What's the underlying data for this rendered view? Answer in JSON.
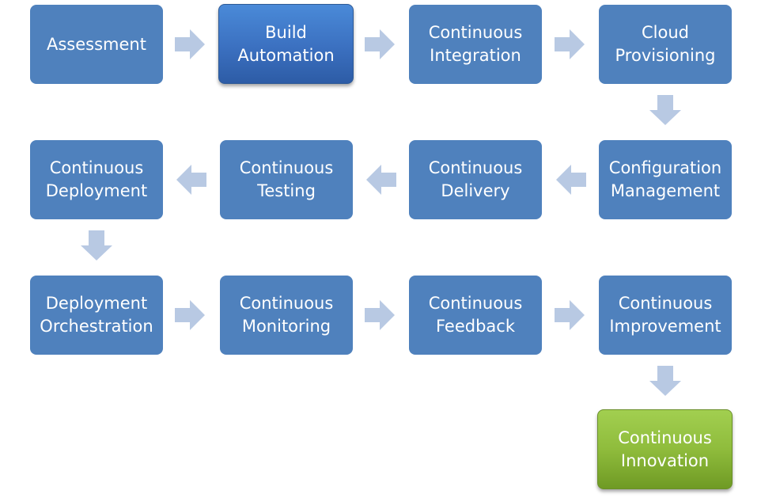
{
  "steps": [
    {
      "lines": [
        "Assessment"
      ]
    },
    {
      "lines": [
        "Build",
        "Automation"
      ]
    },
    {
      "lines": [
        "Continuous",
        "Integration"
      ]
    },
    {
      "lines": [
        "Cloud",
        "Provisioning"
      ]
    },
    {
      "lines": [
        "Configuration",
        "Management"
      ]
    },
    {
      "lines": [
        "Continuous",
        "Delivery"
      ]
    },
    {
      "lines": [
        "Continuous",
        "Testing"
      ]
    },
    {
      "lines": [
        "Continuous",
        "Deployment"
      ]
    },
    {
      "lines": [
        "Deployment",
        "Orchestration"
      ]
    },
    {
      "lines": [
        "Continuous",
        "Monitoring"
      ]
    },
    {
      "lines": [
        "Continuous",
        "Feedback"
      ]
    },
    {
      "lines": [
        "Continuous",
        "Improvement"
      ]
    },
    {
      "lines": [
        "Continuous",
        "Innovation"
      ]
    }
  ],
  "colors": {
    "box": "#4f81bd",
    "highlight": "#3b70c0",
    "final": "#8fbc3c",
    "arrow": "#b8c9e3",
    "text": "#ffffff"
  }
}
